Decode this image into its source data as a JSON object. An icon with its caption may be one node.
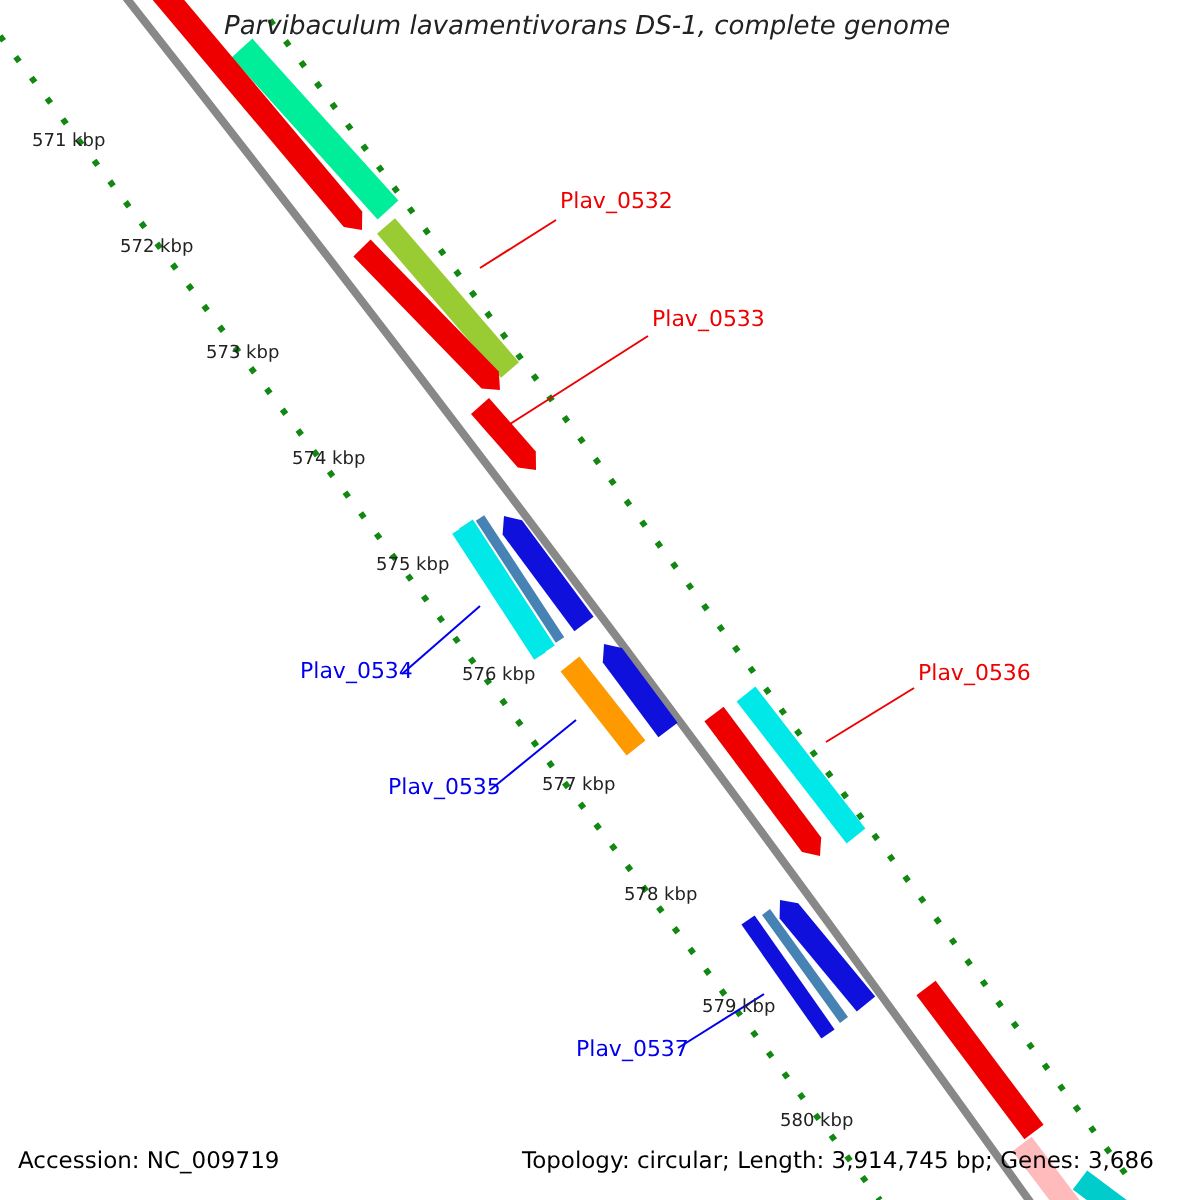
{
  "diagram": {
    "title": "Parvibaculum lavamentivorans DS-1, complete genome",
    "nodes": [
      {
        "text": [
          "Plav_0532"
        ]
      },
      {
        "text": [],
        "shape": "bar"
      },
      {
        "text": [
          "Plav_0533"
        ]
      },
      {
        "text": [],
        "shape": "bar"
      },
      {
        "text": [
          "Plav_0534"
        ]
      },
      {
        "text": [],
        "shape": "bar"
      },
      {
        "text": [
          "Plav_0535"
        ]
      },
      {
        "text": [],
        "shape": "bar"
      },
      {
        "text": [
          "Plav_0536"
        ]
      },
      {
        "text": [],
        "shape": "bar"
      },
      {
        "text": [
          "Plav_0537"
        ]
      },
      {
        "text": [],
        "shape": "bar"
      },
      {
        "text": [],
        "shape": "bar"
      },
      {
        "text": [],
        "shape": "bar"
      },
      {
        "text": [],
        "shape": "bar"
      },
      {
        "text": [],
        "shape": "bar"
      },
      {
        "text": [],
        "shape": "bar"
      },
      {
        "text": [],
        "shape": "bar"
      },
      {
        "text": [],
        "shape": "bar"
      },
      {
        "text": [],
        "shape": "bar"
      },
      {
        "text": [],
        "shape": "bar"
      },
      {
        "text": [],
        "shape": "bar"
      },
      {
        "text": [],
        "shape": "bar"
      },
      {
        "text": [],
        "shape": "bar"
      },
      {
        "text": [],
        "shape": "bar"
      }
    ],
    "edges": [
      {
        "from": 0,
        "to": 1,
        "arrow": "none"
      },
      {
        "from": 2,
        "to": 3,
        "arrow": "none"
      },
      {
        "from": 4,
        "to": 5,
        "arrow": "none",
        "color": "#0000ee"
      },
      {
        "from": 6,
        "to": 7,
        "arrow": "none",
        "color": "#0000ee"
      },
      {
        "from": 8,
        "to": 9,
        "arrow": "none"
      },
      {
        "from": 10,
        "to": 11,
        "arrow": "none",
        "color": "#0000ee"
      }
    ],
    "labels": [
      "571 kbp",
      "572 kbp",
      "573 kbp",
      "574 kbp",
      "575 kbp",
      "576 kbp",
      "577 kbp",
      "578 kbp",
      "579 kbp",
      "580 kbp",
      "Accession: NC_009719",
      "Topology: circular; Length: 3,914,745 bp; Genes: 3,686"
    ]
  }
}
